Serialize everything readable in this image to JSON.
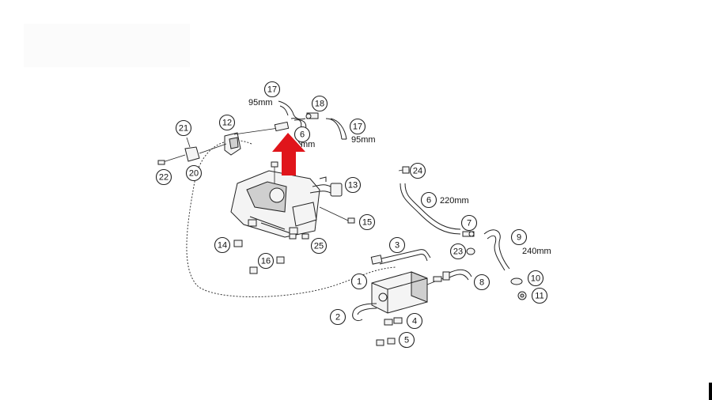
{
  "diagram": {
    "callouts": [
      {
        "id": "17a",
        "label": "17"
      },
      {
        "id": "18",
        "label": "18"
      },
      {
        "id": "17b",
        "label": "17"
      },
      {
        "id": "6a",
        "label": "6"
      },
      {
        "id": "21",
        "label": "21"
      },
      {
        "id": "12",
        "label": "12"
      },
      {
        "id": "22",
        "label": "22"
      },
      {
        "id": "20",
        "label": "20"
      },
      {
        "id": "13",
        "label": "13"
      },
      {
        "id": "15",
        "label": "15"
      },
      {
        "id": "14",
        "label": "14"
      },
      {
        "id": "25",
        "label": "25"
      },
      {
        "id": "16",
        "label": "16"
      },
      {
        "id": "24",
        "label": "24"
      },
      {
        "id": "6b",
        "label": "6"
      },
      {
        "id": "7",
        "label": "7"
      },
      {
        "id": "9",
        "label": "9"
      },
      {
        "id": "3",
        "label": "3"
      },
      {
        "id": "23",
        "label": "23"
      },
      {
        "id": "8",
        "label": "8"
      },
      {
        "id": "10",
        "label": "10"
      },
      {
        "id": "11",
        "label": "11"
      },
      {
        "id": "1",
        "label": "1"
      },
      {
        "id": "2",
        "label": "2"
      },
      {
        "id": "4",
        "label": "4"
      },
      {
        "id": "5",
        "label": "5"
      }
    ],
    "dimensions": {
      "hose_17_upper": "95mm",
      "hose_17_right": "95mm",
      "hose_6_upper_partial": "mm",
      "hose_6_right": "220mm",
      "hose_9": "240mm"
    },
    "highlight_arrow_color": "#e0151b",
    "highlight_arrow_target": "6"
  }
}
